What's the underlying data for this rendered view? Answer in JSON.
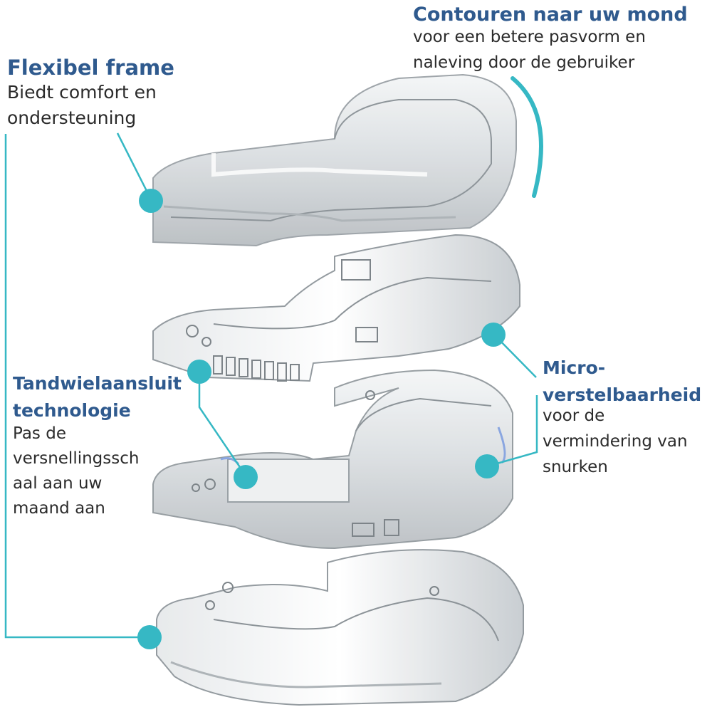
{
  "callouts": {
    "contour": {
      "heading": "Contouren naar uw mond",
      "lines": [
        "voor een betere pasvorm en",
        "naleving door de gebruiker"
      ]
    },
    "frame": {
      "heading": "Flexibel frame",
      "lines": [
        "Biedt comfort en",
        "ondersteuning"
      ]
    },
    "micro": {
      "heading_lines": [
        "Micro-",
        "verstelbaarheid"
      ],
      "lines": [
        "voor de",
        "vermindering van",
        "snurken"
      ]
    },
    "gear": {
      "heading_lines": [
        "Tandwielaansluit",
        "technologie"
      ],
      "lines": [
        "Pas de",
        "versnellingssch",
        "aal aan uw",
        "maand aan"
      ]
    }
  },
  "colors": {
    "heading": "#2f5a8e",
    "accent": "#36b8c4",
    "text": "#2b2b2b"
  }
}
